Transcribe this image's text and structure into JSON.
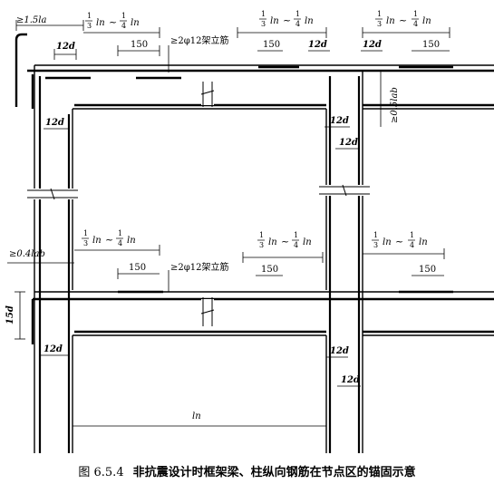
{
  "caption": {
    "figure_no": "图 6.5.4",
    "text": "非抗震设计时框架梁、柱纵向钢筋在节点区的锚固示意"
  },
  "labels": {
    "min_1_5la": "≥1.5la",
    "twelve_d": "12d",
    "one_fifty": "150",
    "bar_note": "≥2φ12架立筋",
    "min_0_5lab": "≥0.5lab",
    "min_0_4lab": "≥0.4lab",
    "fifteen_d": "15d",
    "span_ln": "ln",
    "frac_one": "1",
    "frac_three": "3",
    "frac_four": "4",
    "ln_sym": "ln",
    "tilde": "~"
  }
}
